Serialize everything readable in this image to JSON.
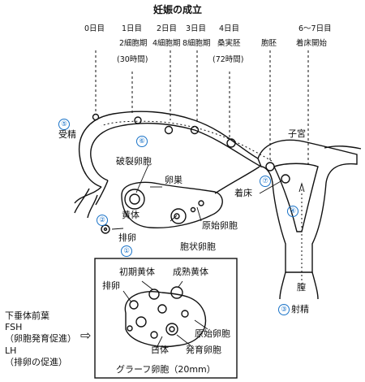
{
  "title": "妊娠の成立",
  "timeline": [
    {
      "day": "0日目",
      "stage": "",
      "sub": ""
    },
    {
      "day": "1日目",
      "stage": "2細胞期",
      "sub": "(30時間)"
    },
    {
      "day": "2日目",
      "stage": "4細胞期",
      "sub": ""
    },
    {
      "day": "3日目",
      "stage": "8細胞期",
      "sub": ""
    },
    {
      "day": "4日目",
      "stage": "桑実胚",
      "sub": "(72時間)"
    },
    {
      "day": "",
      "stage": "胞胚",
      "sub": ""
    },
    {
      "day": "6～7日目",
      "stage": "着床開始",
      "sub": ""
    }
  ],
  "labels": {
    "fertilization": "受精",
    "uterus": "子宮",
    "ruptured_follicle": "破裂卵胞",
    "ovary": "卵巣",
    "implantation": "着床",
    "corpus_luteum": "黄体",
    "primordial_follicle": "原始卵胞",
    "ovulation": "排卵",
    "vesicular_follicle": "胞状卵胞",
    "vagina": "膣",
    "ejaculation": "射精"
  },
  "steps": {
    "s1": "①",
    "s2": "②",
    "s3": "③",
    "s4": "④",
    "s5": "⑤",
    "s6": "⑥",
    "s7": "⑦"
  },
  "inset": {
    "early_corpus_luteum": "初期黄体",
    "mature_corpus_luteum": "成熟黄体",
    "ovulation": "排卵",
    "primordial_follicle": "原始卵胞",
    "corpus_albicans": "白体",
    "developing_follicle": "発育卵胞",
    "graafian_follicle": "グラーフ卵胞（20mm）"
  },
  "pituitary": {
    "title": "下垂体前葉",
    "fsh": "FSH",
    "fsh_role": "（卵胞発育促進）",
    "lh": "LH",
    "lh_role": "（排卵の促進）",
    "arrow": "⇨"
  },
  "colors": {
    "accent": "#1a73c8",
    "line": "#111111"
  }
}
